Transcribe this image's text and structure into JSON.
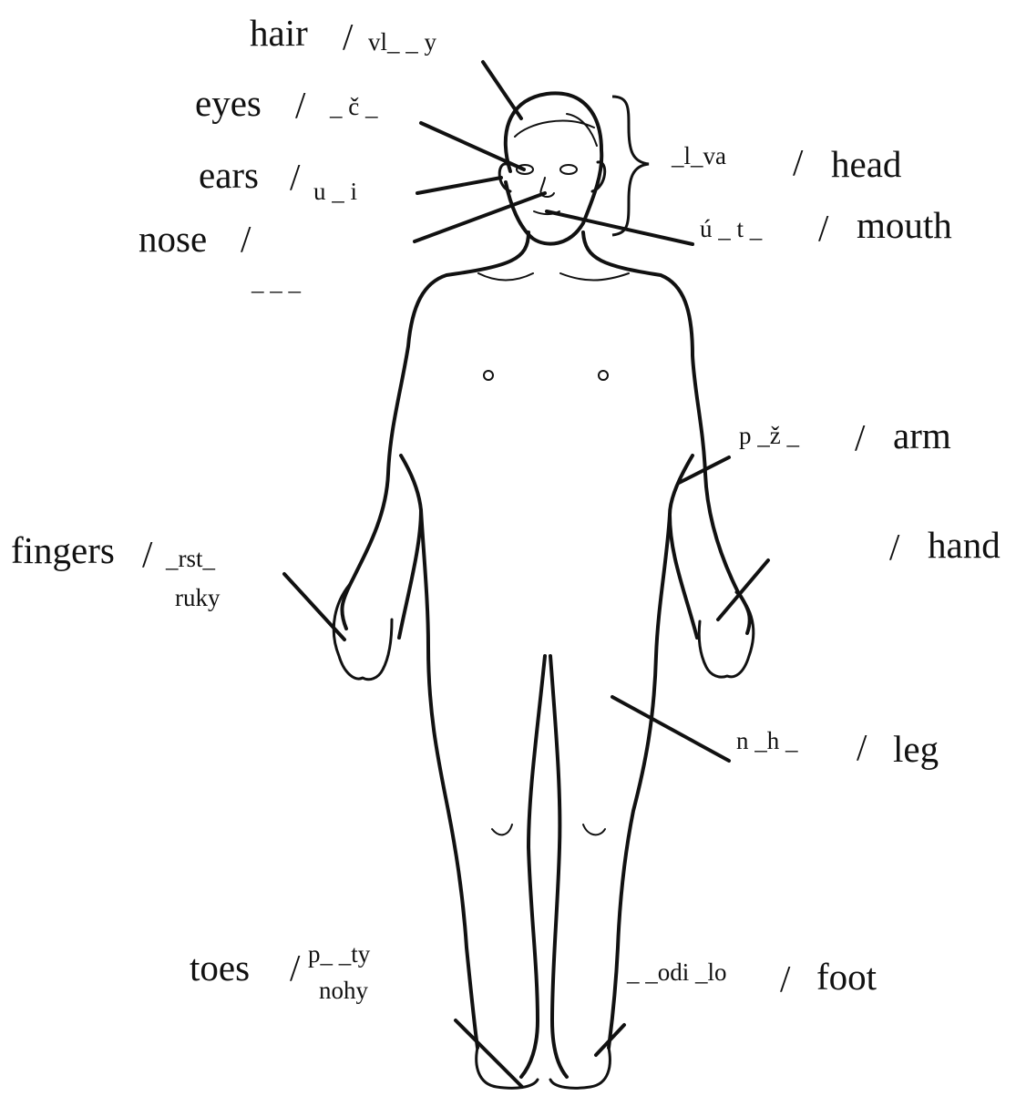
{
  "labels": {
    "hair": {
      "en": "hair",
      "cz": "vl_ _ y"
    },
    "eyes": {
      "en": "eyes",
      "cz": "_ č _"
    },
    "ears": {
      "en": "ears",
      "cz": "u _ i"
    },
    "nose": {
      "en": "nose",
      "cz": "_ _ _"
    },
    "head": {
      "en": "head",
      "cz": "_l_va"
    },
    "mouth": {
      "en": "mouth",
      "cz": "ú _ t _"
    },
    "arm": {
      "en": "arm",
      "cz": "p _ž _"
    },
    "fingers": {
      "en": "fingers",
      "cz": "_rst_",
      "cz2": "ruky"
    },
    "hand": {
      "en": "hand",
      "cz": ""
    },
    "leg": {
      "en": "leg",
      "cz": "n _h _"
    },
    "toes": {
      "en": "toes",
      "cz": "p_ _ty",
      "cz2": "nohy"
    },
    "foot": {
      "en": "foot",
      "cz": "_ _odi _lo"
    }
  },
  "separator": "/"
}
